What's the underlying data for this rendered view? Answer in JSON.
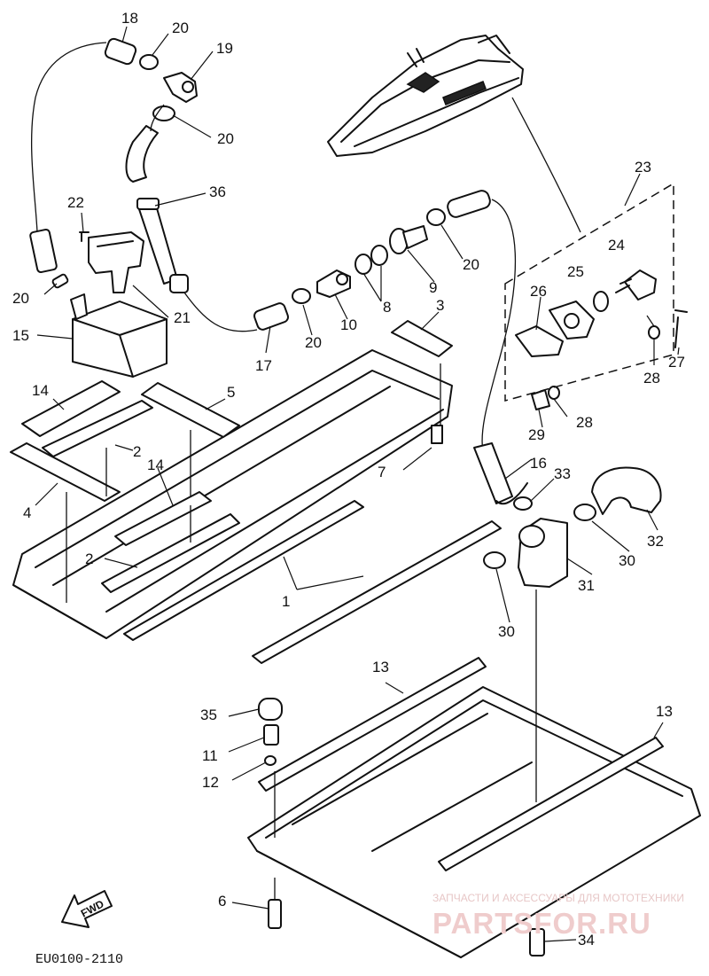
{
  "diagram": {
    "callouts": [
      "18",
      "20",
      "19",
      "20",
      "36",
      "22",
      "20",
      "21",
      "15",
      "17",
      "20",
      "10",
      "8",
      "9",
      "20",
      "3",
      "23",
      "24",
      "25",
      "26",
      "27",
      "28",
      "28",
      "29",
      "5",
      "14",
      "2",
      "14",
      "4",
      "2",
      "1",
      "7",
      "16",
      "33",
      "32",
      "30",
      "31",
      "30",
      "13",
      "13",
      "35",
      "11",
      "12",
      "6",
      "34"
    ],
    "fwd_label": "FWD",
    "drawing_code": "EU0100-2110",
    "watermark": {
      "tagline": "ЗАПЧАСТИ И АКСЕССУАРЫ ДЛЯ МОТОТЕХНИКИ",
      "site": "PARTSFOR.RU"
    }
  }
}
